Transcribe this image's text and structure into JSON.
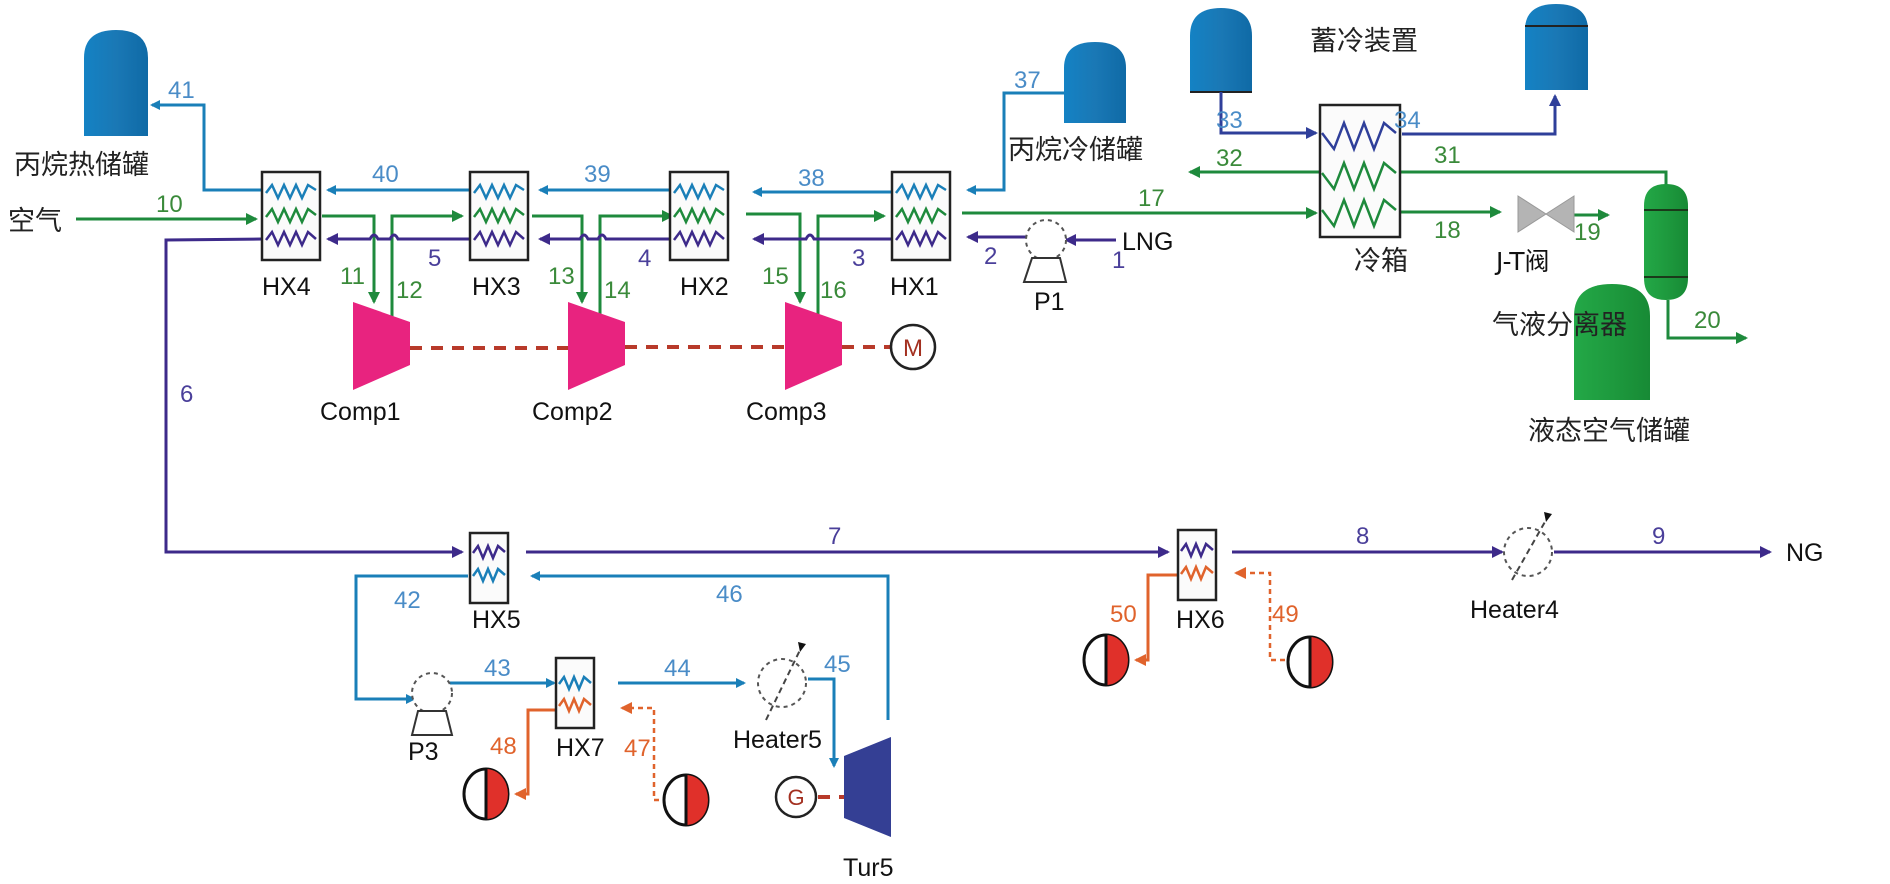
{
  "diagram": {
    "title": "LNG cold energy liquid air energy storage process flowsheet",
    "colors": {
      "propane": "#1a7fb8",
      "air": "#1e8a3c",
      "lng": "#3d2a8a",
      "cold_storage": "#2f3f9a",
      "heat_source": "#e0632c",
      "compressor": "#e8237f",
      "turbine": "#343f94",
      "shaft": "#b83a2a",
      "tank_blue": "#1a78b5",
      "tank_green": "#1e9a3e"
    },
    "tanks": {
      "propane_hot": "丙烷热储罐",
      "propane_cold": "丙烷冷储罐",
      "cold_storage_device": "蓄冷装置",
      "liquid_air": "液态空气储罐"
    },
    "inputs": {
      "air": "空气",
      "lng": "LNG",
      "ng": "NG"
    },
    "equipment": {
      "hx1": "HX1",
      "hx2": "HX2",
      "hx3": "HX3",
      "hx4": "HX4",
      "hx5": "HX5",
      "hx6": "HX6",
      "hx7": "HX7",
      "comp1": "Comp1",
      "comp2": "Comp2",
      "comp3": "Comp3",
      "p1": "P1",
      "p3": "P3",
      "motor": "M",
      "generator": "G",
      "cold_box": "冷箱",
      "jt_valve": "J-T阀",
      "separator": "气液分离器",
      "heater4": "Heater4",
      "heater5": "Heater5",
      "tur5": "Tur5"
    },
    "streams": {
      "s1": "1",
      "s2": "2",
      "s3": "3",
      "s4": "4",
      "s5": "5",
      "s6": "6",
      "s7": "7",
      "s8": "8",
      "s9": "9",
      "s10": "10",
      "s11": "11",
      "s12": "12",
      "s13": "13",
      "s14": "14",
      "s15": "15",
      "s16": "16",
      "s17": "17",
      "s18": "18",
      "s19": "19",
      "s20": "20",
      "s31": "31",
      "s32": "32",
      "s33": "33",
      "s34": "34",
      "s37": "37",
      "s38": "38",
      "s39": "39",
      "s40": "40",
      "s41": "41",
      "s42": "42",
      "s43": "43",
      "s44": "44",
      "s45": "45",
      "s46": "46",
      "s47": "47",
      "s48": "48",
      "s49": "49",
      "s50": "50"
    }
  }
}
